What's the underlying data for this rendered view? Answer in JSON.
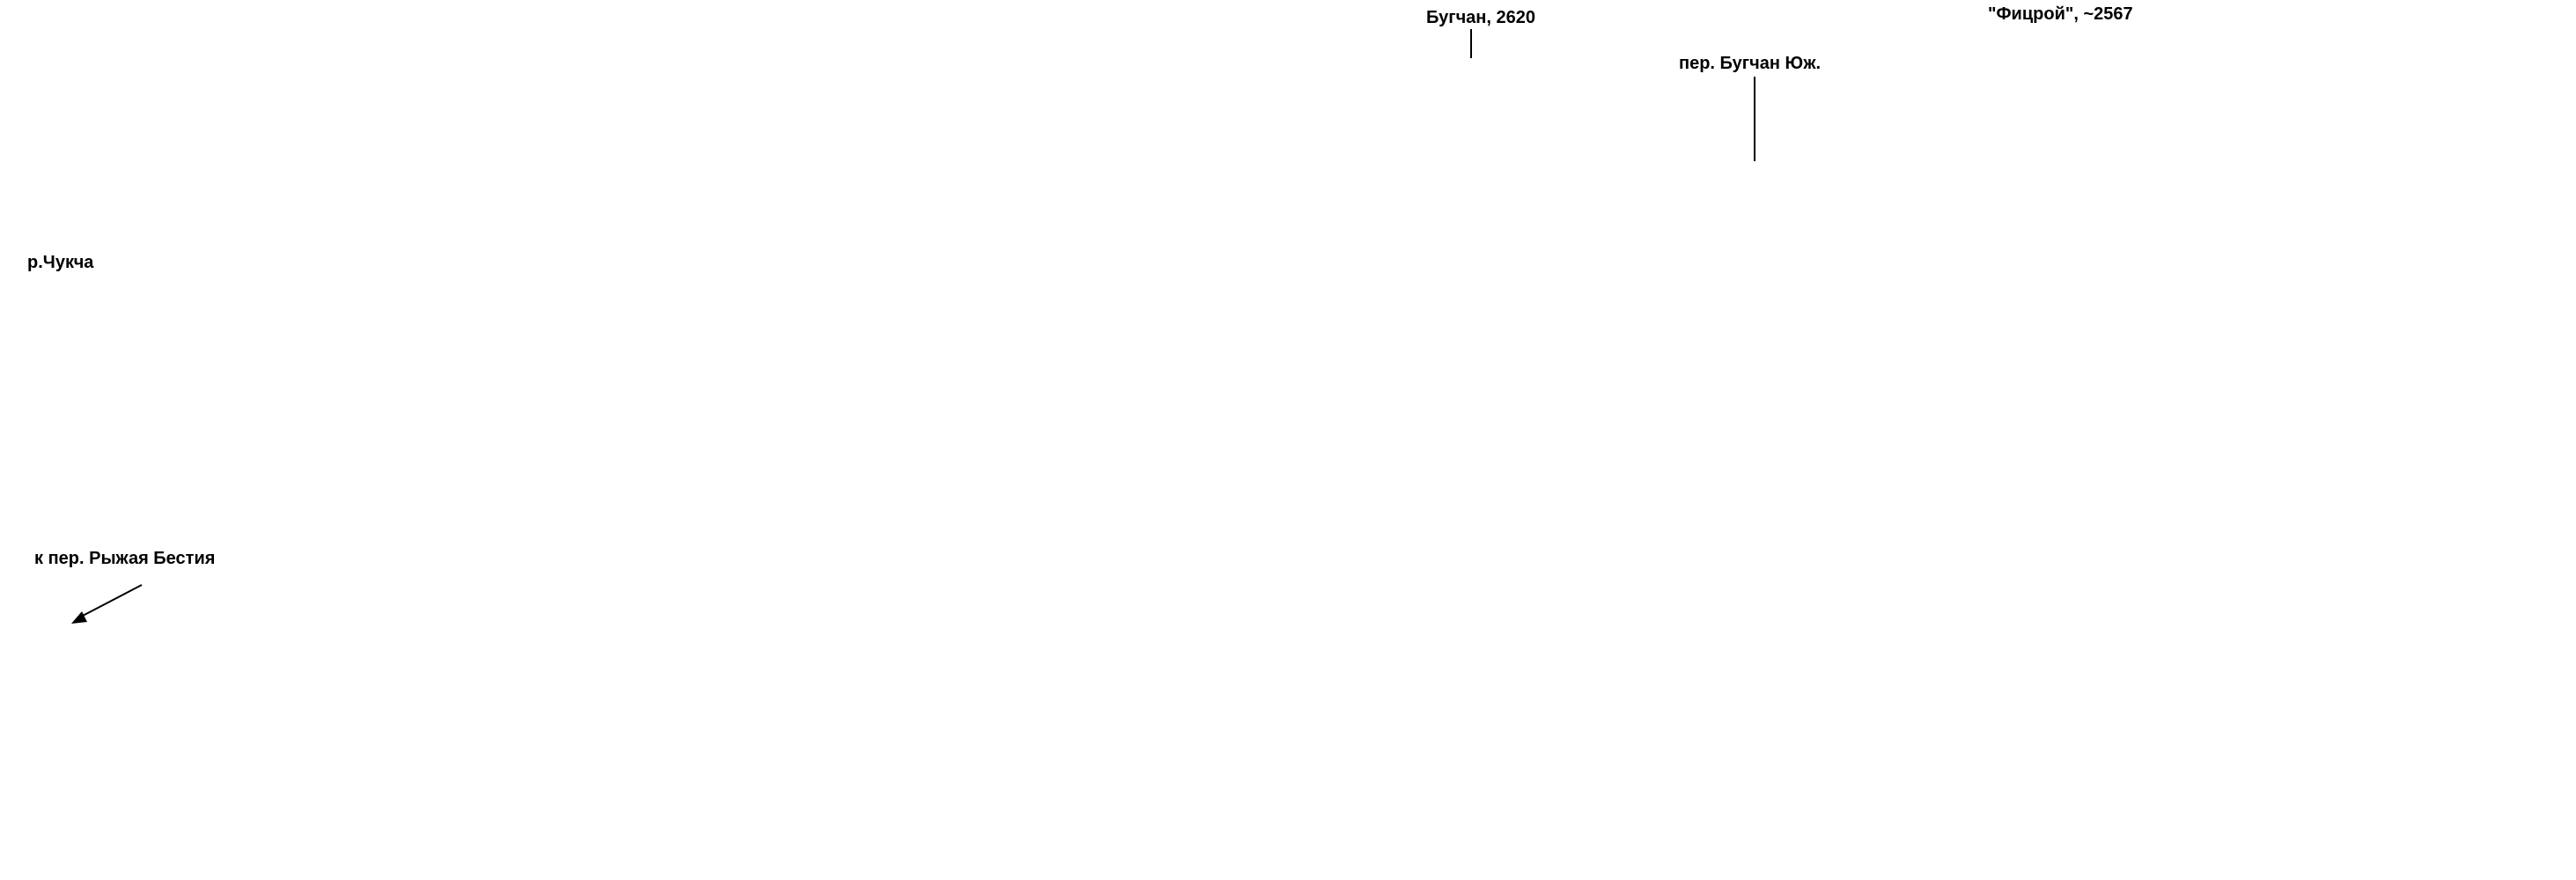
{
  "map": {
    "labels": {
      "bugchan_peak": "Бугчан, 2620",
      "fitzroy": "\"Фицрой\", ~2567",
      "bugchan_south_pass": "пер. Бугчан Юж.",
      "chukcha_river": "р.Чукча",
      "ryzhaya_bestiya_direction": "к пер. Рыжая Бестия"
    },
    "colors": {
      "background": "#ffffff",
      "ink": "#000000"
    },
    "icons": {
      "direction_arrow": "arrow-down-left-icon"
    }
  }
}
